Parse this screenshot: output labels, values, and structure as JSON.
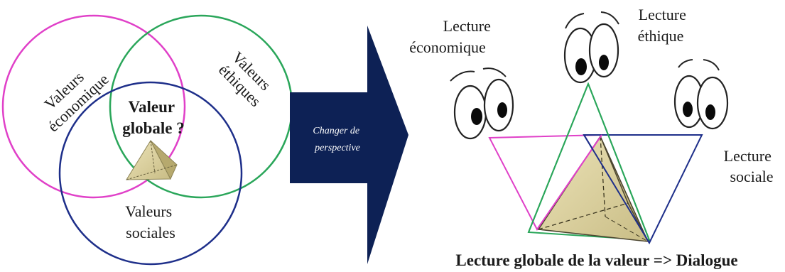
{
  "venn": {
    "economic": [
      "Valeurs",
      "économique"
    ],
    "ethical": [
      "Valeurs",
      "éthiques"
    ],
    "social": [
      "Valeurs",
      "sociales"
    ],
    "center": [
      "Valeur",
      "globale ?"
    ]
  },
  "arrow": {
    "text": [
      "Changer de",
      "perspective"
    ]
  },
  "readings": {
    "economic": [
      "Lecture",
      "économique"
    ],
    "ethical": [
      "Lecture",
      "éthique"
    ],
    "social": [
      "Lecture",
      "sociale"
    ]
  },
  "caption": "Lecture globale de la valeur => Dialogue",
  "colors": {
    "economic": "#e040c8",
    "ethical": "#2aa65a",
    "social": "#1e2f8a",
    "arrow": "#0d2155",
    "pyramid": "#d8cc98"
  }
}
